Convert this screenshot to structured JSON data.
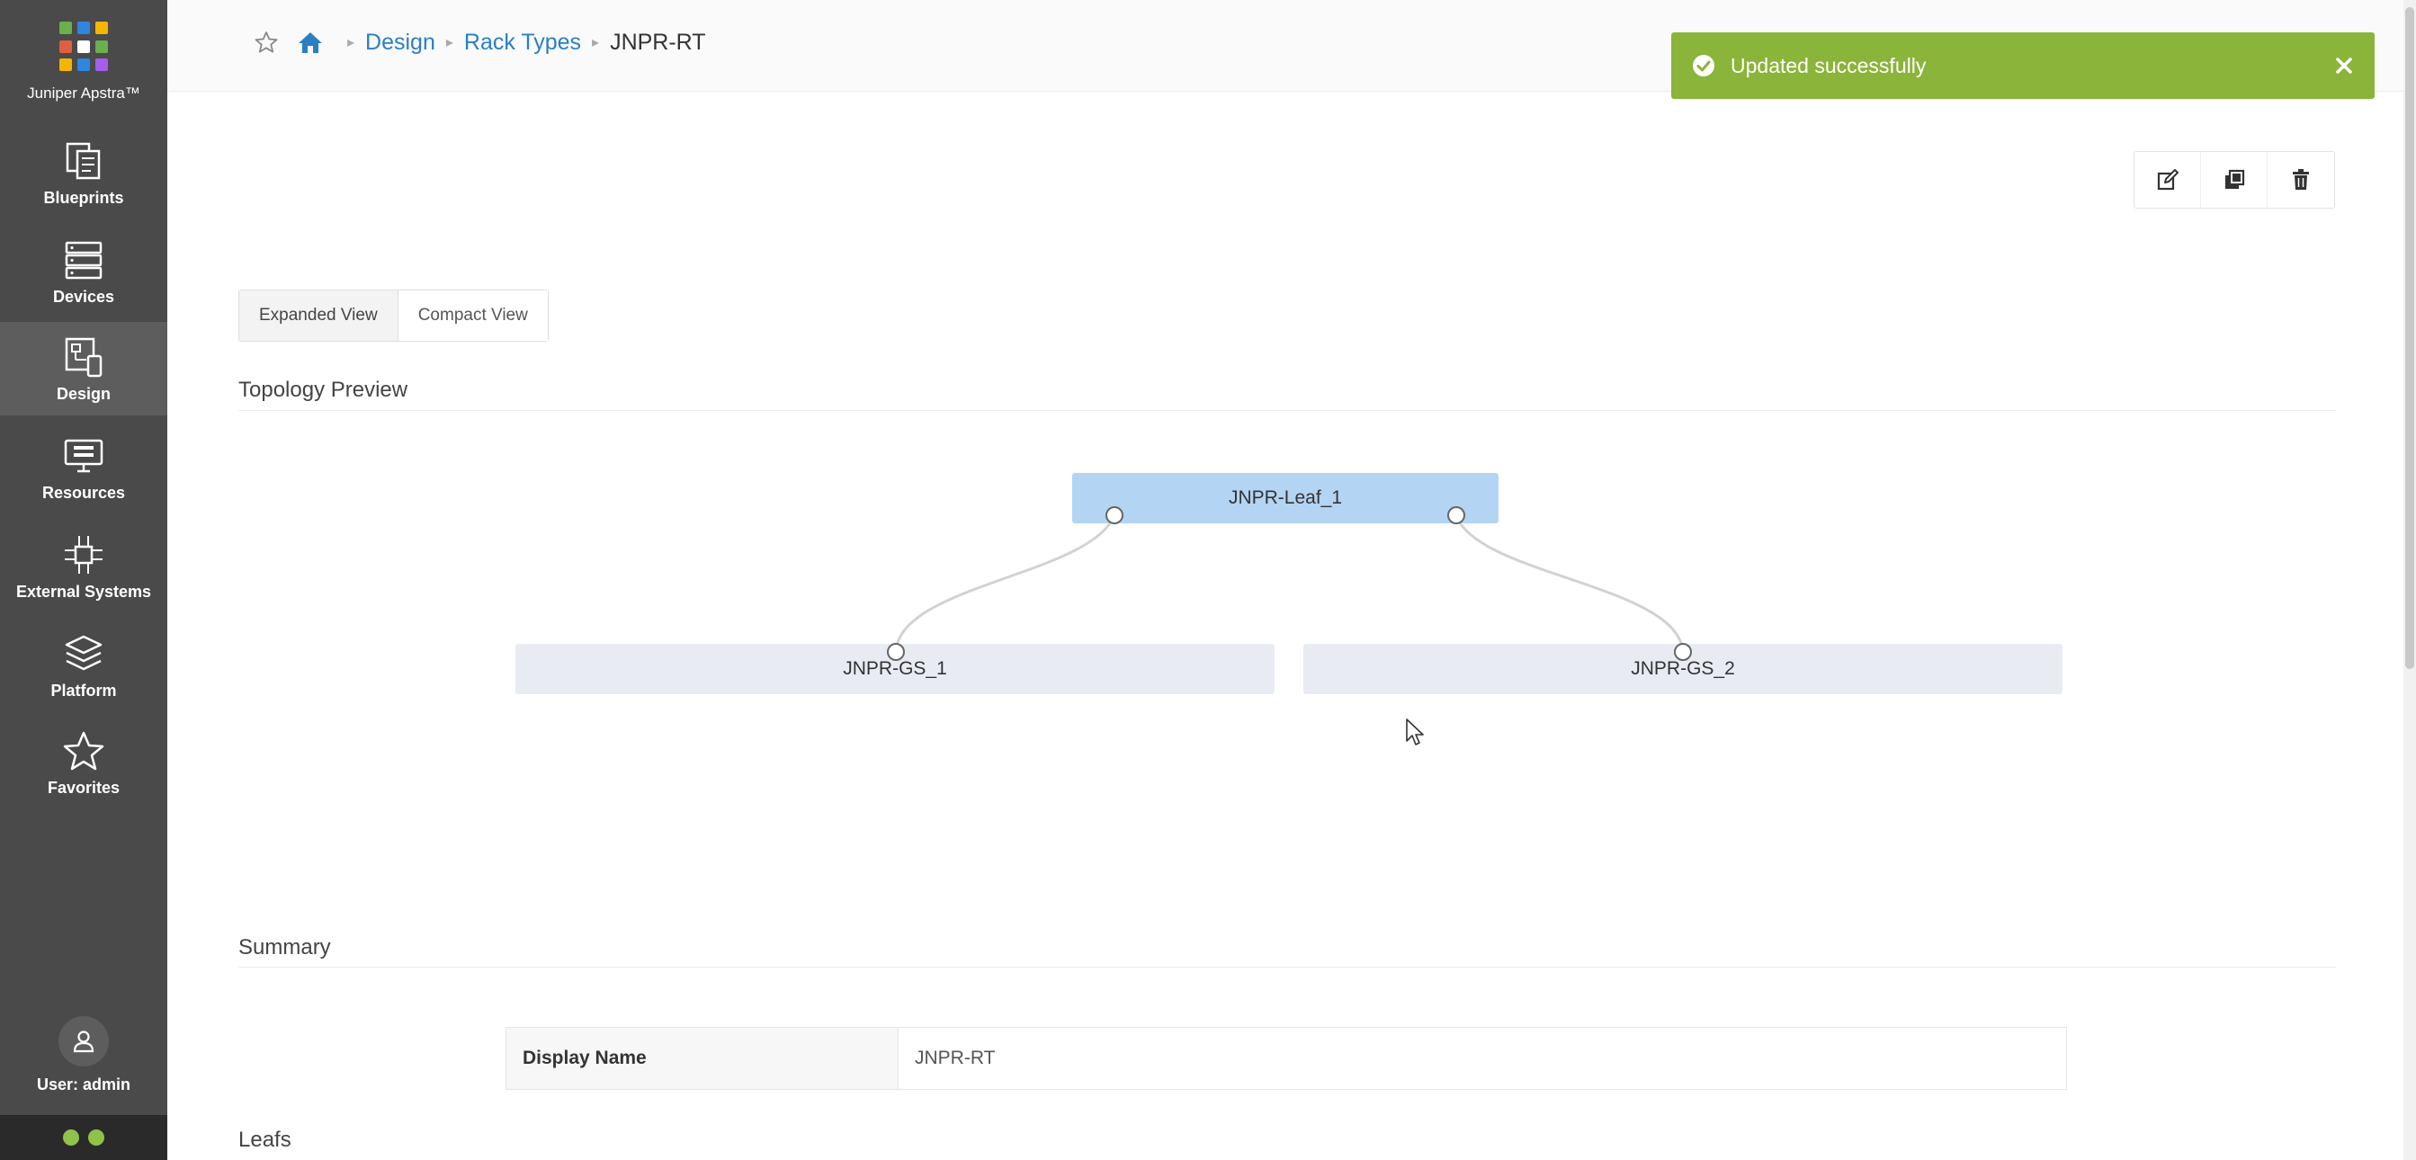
{
  "app": {
    "name": "Juniper Apstra™"
  },
  "sidebar": {
    "items": [
      {
        "label": "Blueprints",
        "icon": "blueprints-icon"
      },
      {
        "label": "Devices",
        "icon": "devices-icon"
      },
      {
        "label": "Design",
        "icon": "design-icon",
        "active": true
      },
      {
        "label": "Resources",
        "icon": "resources-icon"
      },
      {
        "label": "External Systems",
        "icon": "external-systems-icon"
      },
      {
        "label": "Platform",
        "icon": "platform-icon"
      },
      {
        "label": "Favorites",
        "icon": "star-icon"
      }
    ],
    "user_label": "User: admin"
  },
  "breadcrumb": {
    "items": [
      "Design",
      "Rack Types"
    ],
    "current": "JNPR-RT"
  },
  "toast": {
    "message": "Updated successfully",
    "color": "#8bb43a"
  },
  "view_toggle": {
    "expanded": "Expanded View",
    "compact": "Compact View"
  },
  "topology": {
    "title": "Topology Preview",
    "leaf": "JNPR-Leaf_1",
    "generic_systems": [
      "JNPR-GS_1",
      "JNPR-GS_2"
    ]
  },
  "summary": {
    "title": "Summary",
    "rows": [
      {
        "key": "Display Name",
        "value": "JNPR-RT"
      }
    ]
  },
  "leafs": {
    "title": "Leafs"
  },
  "colors": {
    "sidebar": "#4a4a4a",
    "link": "#2a7fc4",
    "leaf_node": "#b3d4f3",
    "generic_node": "#e8ecf2"
  }
}
